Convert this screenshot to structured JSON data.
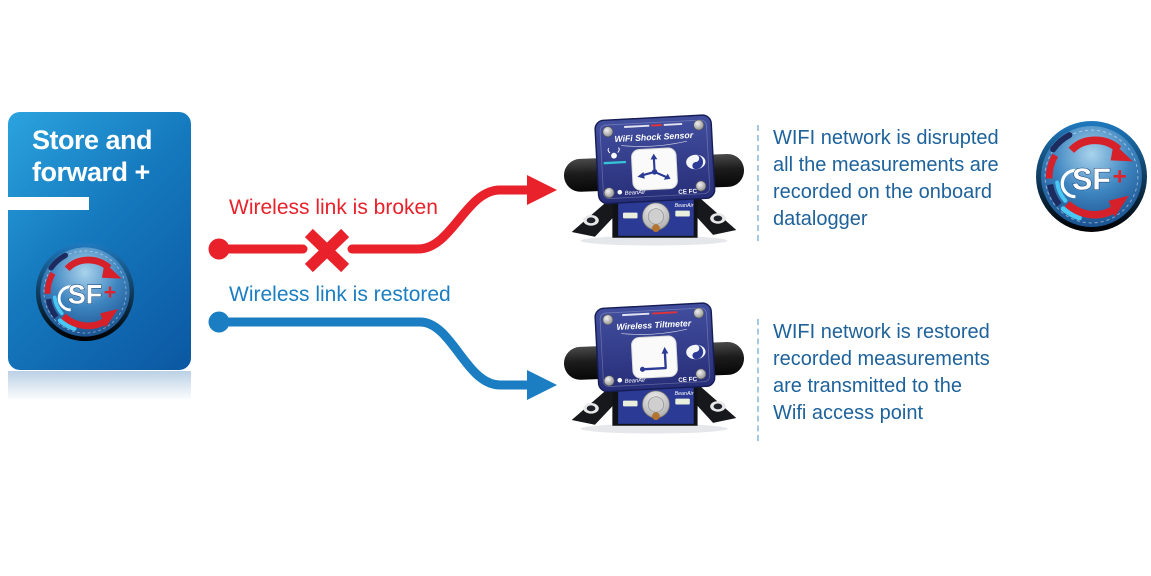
{
  "page": {
    "background": "#ffffff"
  },
  "card": {
    "title": "Store and\nforward +",
    "gradient_top": "#2BA3DE",
    "gradient_bottom": "#0B57A2"
  },
  "badge": {
    "sf": "SF",
    "plus": "+"
  },
  "flows": {
    "broken": {
      "label": "Wireless link is broken",
      "color": "#E8212B"
    },
    "restored": {
      "label": "Wireless link is restored",
      "color": "#1B7EC2"
    }
  },
  "devices": {
    "shock": {
      "title": "WiFi Shock Sensor",
      "brand": "BeanAir",
      "marks": "CE FC"
    },
    "tilt": {
      "title": "Wireless Tiltmeter",
      "brand": "BeanAir",
      "marks": "CE FC"
    }
  },
  "notes": {
    "color": "#1E629B",
    "disrupted": "WIFI network is disrupted\nall the measurements are\nrecorded on the onboard\ndatalogger",
    "restored": "WIFI network is restored\nrecorded measurements\nare transmitted to the\nWifi access point"
  }
}
